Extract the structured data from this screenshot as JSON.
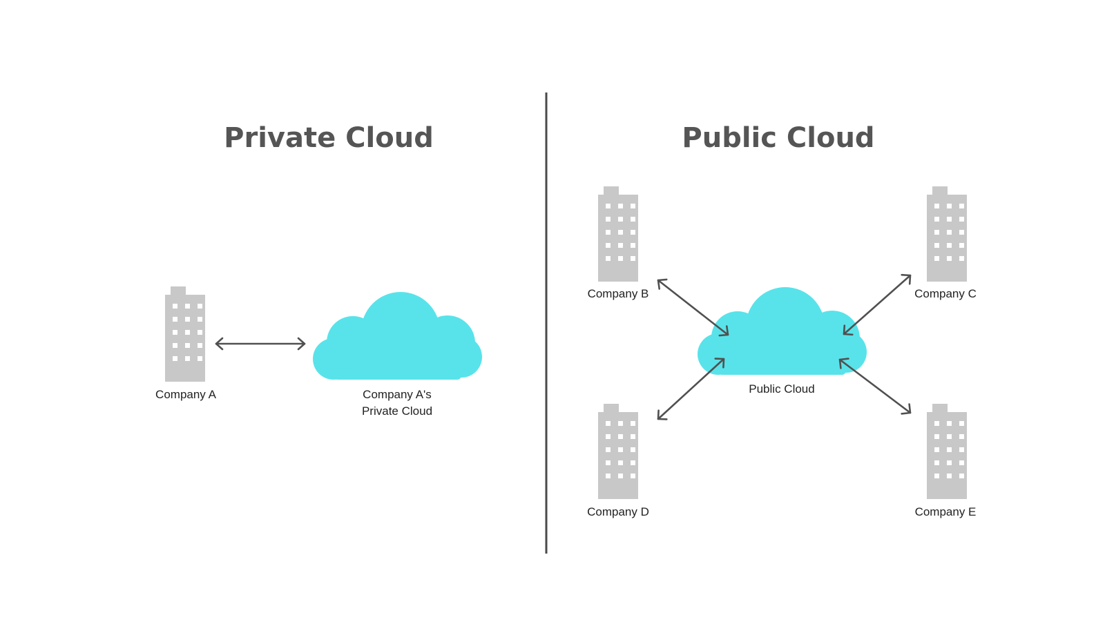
{
  "headings": {
    "private": "Private Cloud",
    "public": "Public Cloud"
  },
  "private_side": {
    "company": "Company A",
    "cloud_line1": "Company A's",
    "cloud_line2": "Private Cloud"
  },
  "public_side": {
    "cloud": "Public Cloud",
    "companies": [
      "Company B",
      "Company C",
      "Company D",
      "Company E"
    ]
  },
  "colors": {
    "cloud": "#58e3ea",
    "building": "#c8c8c8",
    "text": "#555555",
    "line": "#505050"
  },
  "icons": [
    "building-icon",
    "cloud-icon",
    "double-arrow-icon"
  ]
}
